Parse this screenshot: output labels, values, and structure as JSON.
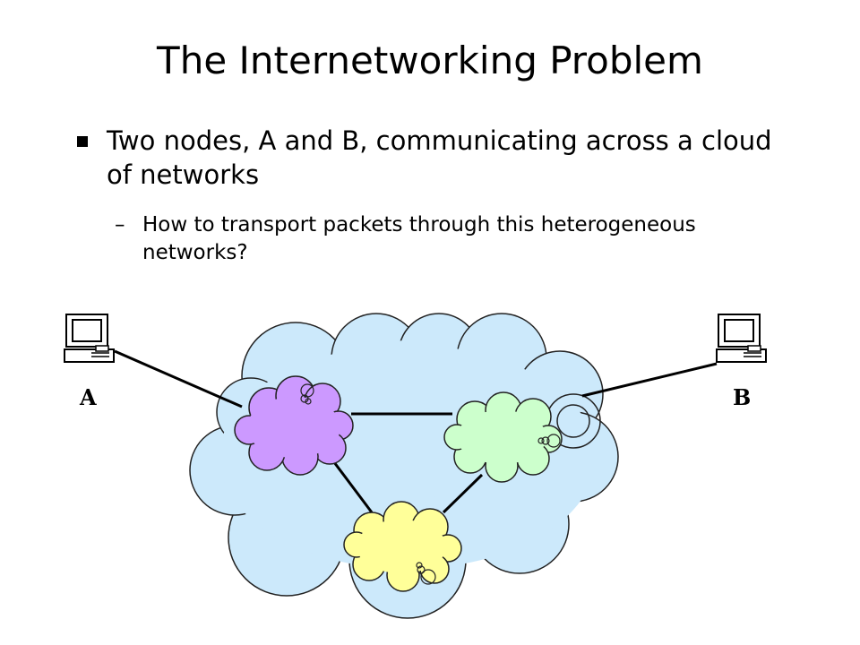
{
  "title": "The Internetworking Problem",
  "bullets": [
    {
      "text": "Two nodes, A and B, communicating across a cloud of networks",
      "sub": [
        {
          "marker": "–",
          "text": "How to transport packets through this heterogeneous networks?"
        }
      ]
    }
  ],
  "diagram": {
    "nodes": [
      {
        "id": "A",
        "label": "A",
        "icon": "computer-icon"
      },
      {
        "id": "B",
        "label": "B",
        "icon": "computer-icon"
      }
    ],
    "clouds": [
      {
        "id": "internet",
        "color": "#cce9fb"
      },
      {
        "id": "purple",
        "color": "#cc99ff"
      },
      {
        "id": "green",
        "color": "#ccffcc"
      },
      {
        "id": "yellow",
        "color": "#ffff99"
      }
    ]
  }
}
